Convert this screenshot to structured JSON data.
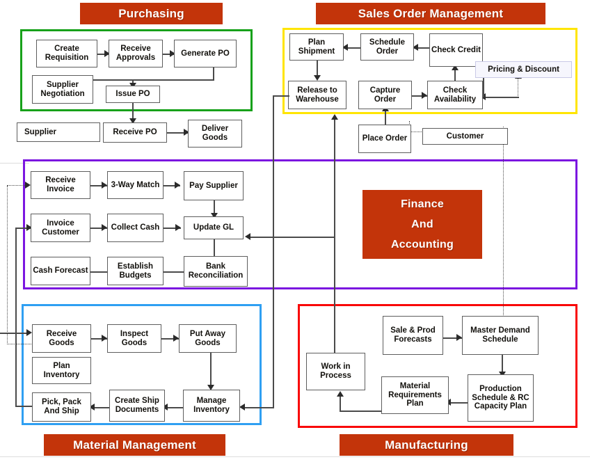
{
  "diagram": {
    "title": "ERP Cross-Functional Process Flow",
    "colors": {
      "banner_fill": "#c3340a",
      "banner_text": "#ffffff",
      "purchasing_frame": "#17a11a",
      "sales_frame": "#ffe500",
      "finance_frame": "#7b16e0",
      "material_frame": "#2f9ff2",
      "manufacturing_frame": "#f90707",
      "box_border": "#5d5d5d",
      "connector": "#4a4a4a"
    }
  },
  "sections": {
    "purchasing": {
      "banner": "Purchasing",
      "boxes": {
        "create_requisition": "Create Requisition",
        "receive_approvals": "Receive Approvals",
        "generate_po": "Generate PO",
        "supplier_negotiation": "Supplier Negotiation",
        "issue_po": "Issue PO"
      },
      "external_boxes": {
        "supplier": "Supplier",
        "receive_po": "Receive PO",
        "deliver_goods": "Deliver Goods"
      }
    },
    "sales_order_management": {
      "banner": "Sales Order Management",
      "boxes": {
        "plan_shipment": "Plan Shipment",
        "schedule_order": "Schedule Order",
        "check_credit": "Check Credit",
        "release_to_warehouse": "Release to Warehouse",
        "capture_order": "Capture Order",
        "check_availability": "Check Availability",
        "pricing_discount": "Pricing & Discount"
      },
      "external_boxes": {
        "place_order": "Place Order",
        "customer": "Customer"
      }
    },
    "finance_and_accounting": {
      "banner_lines": [
        "Finance",
        "And",
        "Accounting"
      ],
      "boxes": {
        "receive_invoice": "Receive Invoice",
        "three_way_match": "3-Way Match",
        "pay_supplier": "Pay Supplier",
        "invoice_customer": "Invoice Customer",
        "collect_cash": "Collect Cash",
        "update_gl": "Update GL",
        "cash_forecast": "Cash Forecast",
        "establish_budgets": "Establish Budgets",
        "bank_reconciliation": "Bank Reconciliation"
      }
    },
    "material_management": {
      "banner": "Material Management",
      "boxes": {
        "receive_goods": "Receive Goods",
        "inspect_goods": "Inspect Goods",
        "put_away_goods": "Put Away Goods",
        "plan_inventory": "Plan Inventory",
        "pick_pack_and_ship": "Pick, Pack And Ship",
        "create_ship_documents": "Create Ship Documents",
        "manage_inventory": "Manage Inventory"
      }
    },
    "manufacturing": {
      "banner": "Manufacturing",
      "boxes": {
        "sale_prod_forecasts": "Sale & Prod Forecasts",
        "master_demand_schedule": "Master Demand Schedule",
        "work_in_process": "Work in Process",
        "material_requirements_plan": "Material Requirements Plan",
        "production_schedule_rc": "Production Schedule & RC Capacity Plan"
      }
    }
  }
}
